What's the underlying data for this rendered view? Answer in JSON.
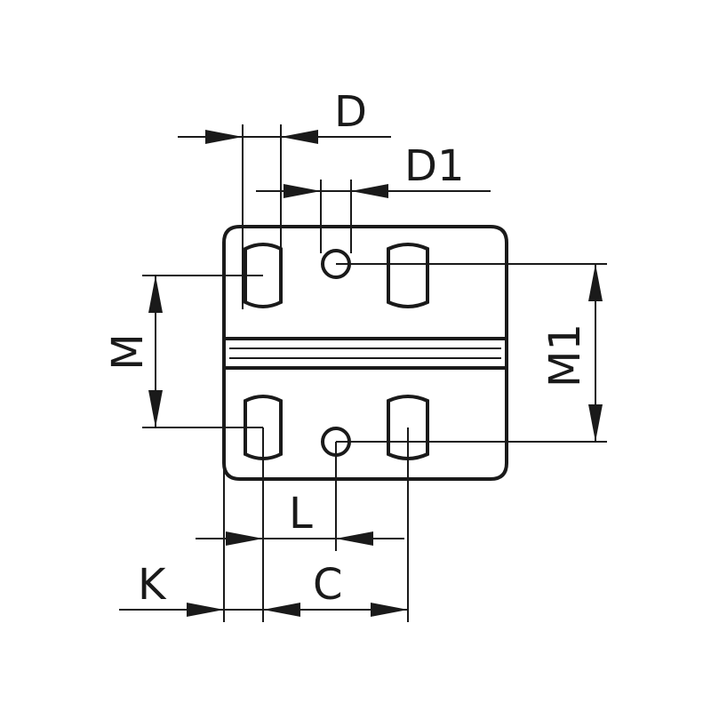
{
  "labels": {
    "D": "D",
    "D1": "D1",
    "M": "M",
    "M1": "M1",
    "L": "L",
    "K": "K",
    "C": "C"
  },
  "colors": {
    "line": "#1a1a1a",
    "background": "#ffffff"
  }
}
